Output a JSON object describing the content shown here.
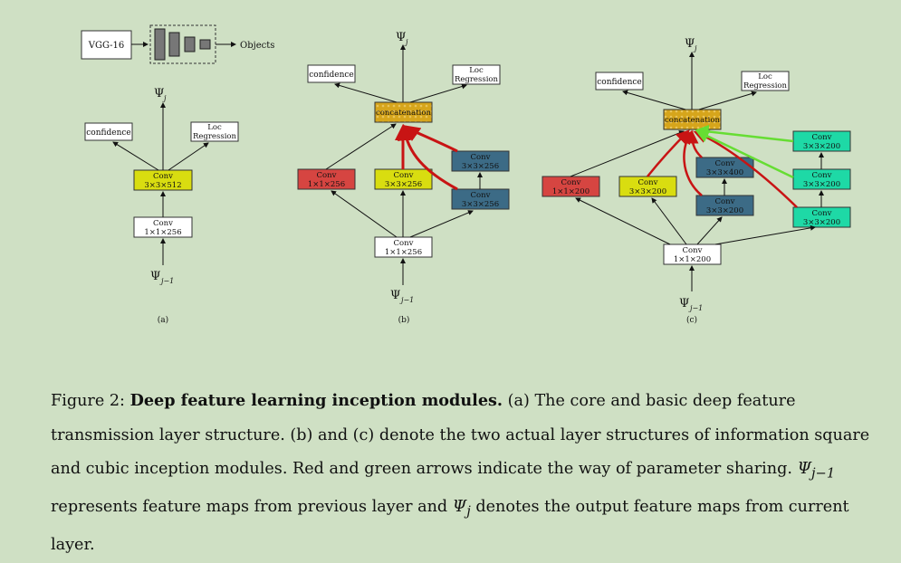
{
  "panel_a": {
    "vgg": "VGG-16",
    "objects": "Objects",
    "conf": "confidence",
    "loc1": "Loc",
    "loc2": "Regression",
    "conv_top1": "Conv",
    "conv_top2": "3×3×512",
    "conv_bot1": "Conv",
    "conv_bot2": "1×1×256",
    "psi_top": "Ψ",
    "psi_top_sub": "j",
    "psi_bot": "Ψ",
    "psi_bot_sub": "j−1",
    "label": "(a)"
  },
  "panel_b": {
    "psi_top": "Ψ",
    "psi_top_sub": "j",
    "conf": "confidence",
    "loc1": "Loc",
    "loc2": "Regression",
    "concat": "concatenation",
    "c1_1": "Conv",
    "c1_2": "1×1×256",
    "c2_1": "Conv",
    "c2_2": "3×3×256",
    "c3_1": "Conv",
    "c3_2": "3×3×256",
    "c4_1": "Conv",
    "c4_2": "3×3×256",
    "base1": "Conv",
    "base2": "1×1×256",
    "psi_bot": "Ψ",
    "psi_bot_sub": "j−1",
    "label": "(b)"
  },
  "panel_c": {
    "psi_top": "Ψ",
    "psi_top_sub": "j",
    "conf": "confidence",
    "loc1": "Loc",
    "loc2": "Regression",
    "concat": "concatenation",
    "red1": "Conv",
    "red2": "1×1×200",
    "yel1": "Conv",
    "yel2": "3×3×200",
    "b1_1": "Conv",
    "b1_2": "3×3×400",
    "b2_1": "Conv",
    "b2_2": "3×3×200",
    "g1_1": "Conv",
    "g1_2": "3×3×200",
    "g2_1": "Conv",
    "g2_2": "3×3×200",
    "g3_1": "Conv",
    "g3_2": "3×3×200",
    "base1": "Conv",
    "base2": "1×1×200",
    "psi_bot": "Ψ",
    "psi_bot_sub": "j−1",
    "label": "(c)"
  },
  "caption": {
    "prefix": "Figure 2: ",
    "bold": "Deep feature learning inception modules.",
    "text1": " (a) The core and basic deep feature transmission layer structure. (b) and (c) denote the two actual layer structures of information square and cubic inception modules. Red and green arrows indicate the way of parameter sharing. ",
    "psi1": "Ψ",
    "psi1_sub": "j−1",
    "text2": " represents feature maps from previous layer and ",
    "psi2": "Ψ",
    "psi2_sub": "j",
    "text3": " denotes the output feature maps from current layer."
  },
  "colors": {
    "background": "#cfe0c4",
    "conv_red": "#d64541",
    "conv_yellow": "#d9dd10",
    "conv_blue": "#3c6b86",
    "conv_green": "#1ed9a6",
    "concat": "#d6a51b",
    "share_red": "#c81414",
    "share_green": "#66dd33"
  }
}
